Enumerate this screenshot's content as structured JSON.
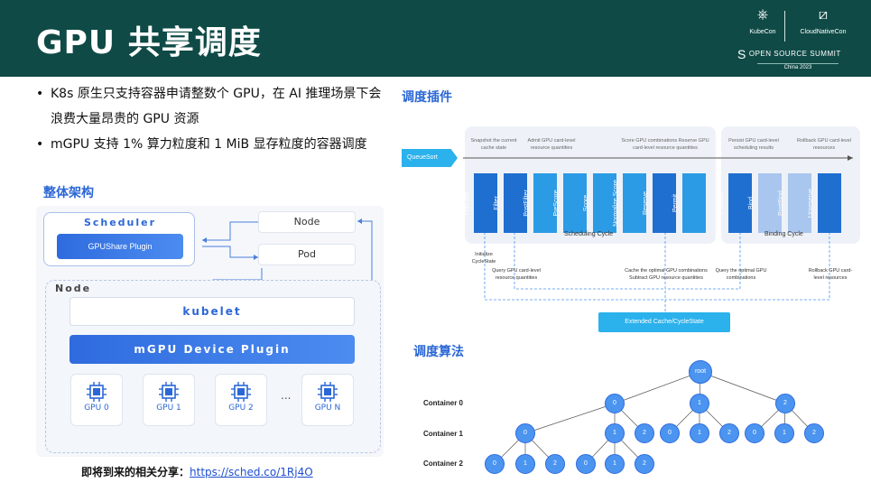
{
  "header": {
    "title": "GPU 共享调度",
    "logos": {
      "kubecon": "KubeCon",
      "cloudnativecon": "CloudNativeCon",
      "summit": "OPEN SOURCE SUMMIT",
      "location_year": "China 2023"
    }
  },
  "bullets": [
    "K8s 原生只支持容器申请整数个 GPU，在 AI 推理场景下会浪费大量昂贵的 GPU 资源",
    "mGPU 支持 1% 算力粒度和 1 MiB 显存粒度的容器调度"
  ],
  "sections": {
    "architecture": "整体架构",
    "plugins": "调度插件",
    "algorithm": "调度算法"
  },
  "architecture": {
    "scheduler_label": "Scheduler",
    "plugin_label": "GPUShare Plugin",
    "node_pill": "Node",
    "pod_pill": "Pod",
    "node_label": "Node",
    "kubelet_label": "kubelet",
    "device_plugin_label": "mGPU Device Plugin",
    "gpus": [
      "GPU 0",
      "GPU 1",
      "GPU 2",
      "GPU N"
    ],
    "ellipsis": "..."
  },
  "share": {
    "prefix": "即将到来的相关分享：",
    "link": "https://sched.co/1Rj4O"
  },
  "scheduling": {
    "queue_sort": "QueueSort",
    "extension_points": [
      "PreFilter",
      "Filter",
      "PostFilter",
      "PreScore",
      "Score",
      "Normalize Score",
      "Reserve",
      "Permit",
      "PreBind",
      "Bind",
      "PostBind",
      "Unreserve"
    ],
    "scheduling_cycle": "Scheduling Cycle",
    "binding_cycle": "Binding Cycle",
    "top_notes": [
      "Snapshot the current cache state",
      "Admit GPU card-level resource quantities",
      "Score GPU combinations Reserve GPU card-level resource quantities",
      "Persist GPU card-level scheduling results",
      "Rollback GPU card-level resources"
    ],
    "bottom_notes": [
      "Initialize CycleState",
      "Query GPU card-level resource quantities",
      "Cache the optimal GPU combinations Subtract GPU resource quantities",
      "Query the optimal GPU combinations",
      "Rollback GPU card-level resources"
    ],
    "extended_cache": "Extended Cache/CycleState"
  },
  "tree": {
    "levels": [
      "Container 0",
      "Container 1",
      "Container 2"
    ],
    "root": "root",
    "level1": [
      "0",
      "1",
      "2"
    ],
    "level2": [
      "0",
      "1",
      "2",
      "0",
      "1",
      "2",
      "0",
      "1",
      "2"
    ],
    "level3": [
      "0",
      "1",
      "2",
      "0",
      "1",
      "2"
    ]
  },
  "colors": {
    "header_bg": "#0f4a46",
    "accent_blue": "#2b67d6",
    "cyan": "#2bb1ec",
    "ext_blue": "#1f8fdc",
    "tree_node": "#4b95f0"
  }
}
